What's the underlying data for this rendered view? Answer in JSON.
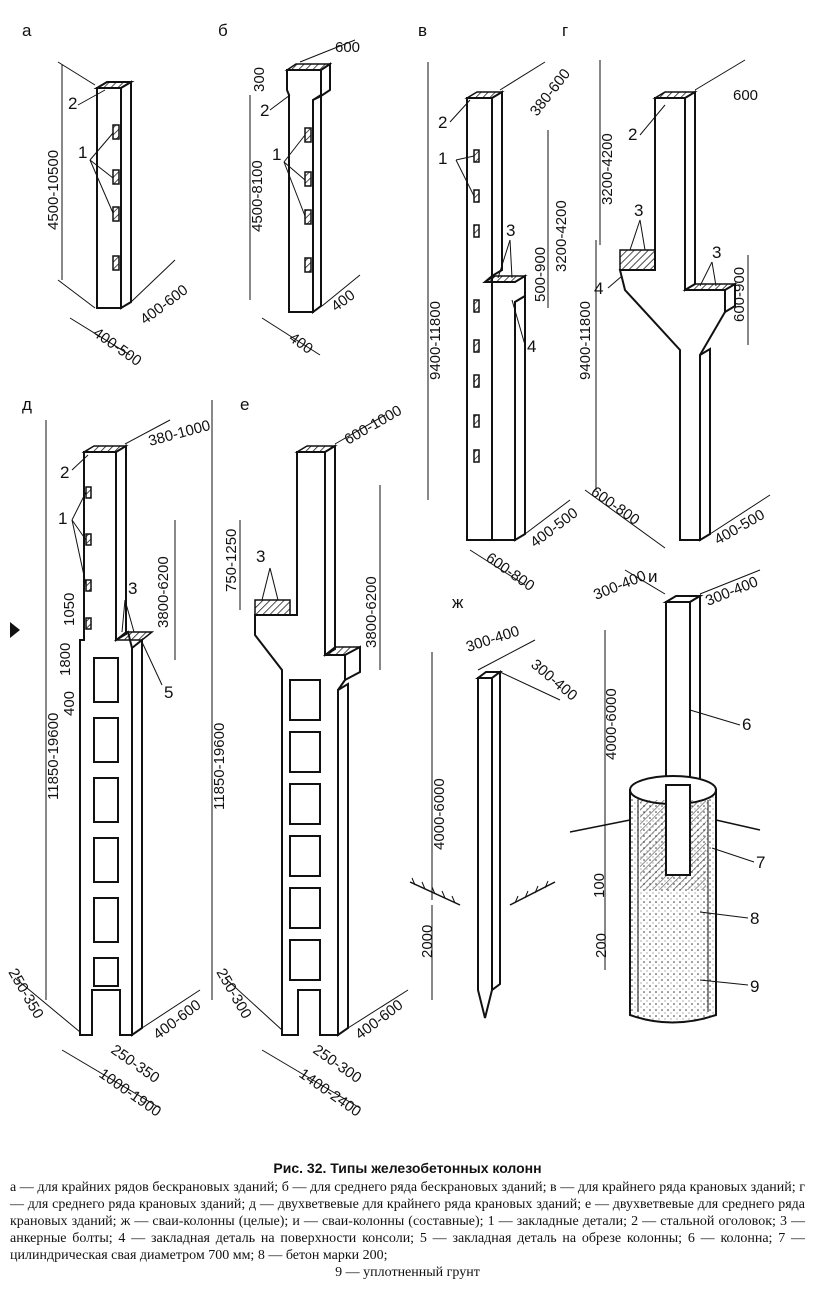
{
  "panels": {
    "a": {
      "letter": "а",
      "dims": [
        "4500-10500",
        "400-600",
        "400-500"
      ],
      "callouts": [
        "1",
        "2"
      ]
    },
    "b": {
      "letter": "б",
      "dims": [
        "600",
        "300",
        "4500-8100",
        "400",
        "400"
      ],
      "callouts": [
        "1",
        "2"
      ]
    },
    "v": {
      "letter": "в",
      "dims": [
        "380-600",
        "3200-4200",
        "500-900",
        "9400-11800",
        "400-500",
        "600-800"
      ],
      "callouts": [
        "1",
        "2",
        "3",
        "4"
      ]
    },
    "g": {
      "letter": "г",
      "dims": [
        "600",
        "3200-4200",
        "9400-11800",
        "600-900",
        "600-800",
        "400-500"
      ],
      "callouts": [
        "2",
        "3",
        "3",
        "4"
      ]
    },
    "d": {
      "letter": "д",
      "dims": [
        "380-1000",
        "3800-6200",
        "1050",
        "1800",
        "400",
        "11850-19600",
        "250-350",
        "400-600",
        "250-350",
        "1000-1900"
      ],
      "callouts": [
        "1",
        "2",
        "3",
        "5"
      ]
    },
    "e": {
      "letter": "е",
      "dims": [
        "600-1000",
        "750-1250",
        "3800-6200",
        "11850-19600",
        "250-300",
        "400-600",
        "250-300",
        "1400-2400"
      ],
      "callouts": [
        "3"
      ]
    },
    "zh": {
      "letter": "ж",
      "dims": [
        "300-400",
        "300-400",
        "4000-6000",
        "2000"
      ]
    },
    "i": {
      "letter": "и",
      "dims": [
        "300-400",
        "300-400",
        "4000-6000",
        "100",
        "200"
      ],
      "callouts": [
        "6",
        "7",
        "8",
        "9"
      ]
    }
  },
  "caption": {
    "title": "Рис. 32. Типы железобетонных колонн",
    "body": "а — для крайних рядов бескрановых зданий; б — для среднего ряда бескрановых зданий; в — для крайнего ряда крановых зданий; г — для среднего ряда крановых зданий; д — двухветвевые для крайнего ряда крановых зданий; е — двухветвевые для среднего ряда крановых зданий; ж — сваи-колонны (целые); и — сваи-колонны (составные); 1 — закладные детали; 2 — стальной оголовок; 3 — анкерные болты; 4 — закладная деталь на поверхности консоли; 5 — закладная деталь на обрезе колонны; 6 — колонна; 7 — цилиндрическая свая диаметром 700 мм; 8 — бетон марки 200;",
    "last_line": "9 — уплотненный грунт"
  }
}
